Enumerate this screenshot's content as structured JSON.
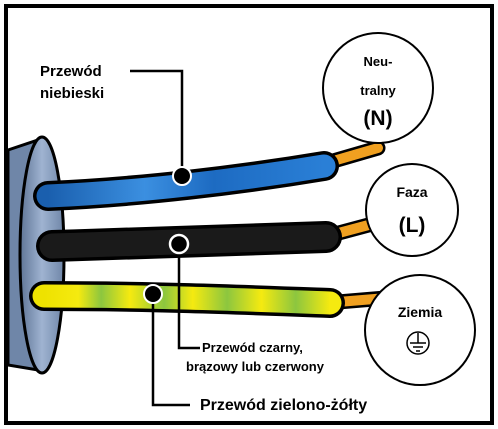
{
  "labels": {
    "blue_wire": [
      "Przewód",
      "niebieski"
    ],
    "black_wire": [
      "Przewód czarny,",
      "brązowy lub czerwony"
    ],
    "green_yellow_wire": "Przewód zielono-żółty"
  },
  "circles": {
    "neutral": {
      "lines": [
        "Neu-",
        "tralny"
      ],
      "code": "(N)"
    },
    "phase": {
      "name": "Faza",
      "code": "(L)"
    },
    "earth": {
      "name": "Ziemia",
      "symbol": "earth-ground-symbol"
    }
  },
  "colors": {
    "border": "#000000",
    "blue_wire": "#1f6fc4",
    "black_wire": "#111111",
    "yellow": "#f2e600",
    "green": "#7fc03a",
    "copper": "#f0a020",
    "cable_sheath": "#7f95b8"
  }
}
